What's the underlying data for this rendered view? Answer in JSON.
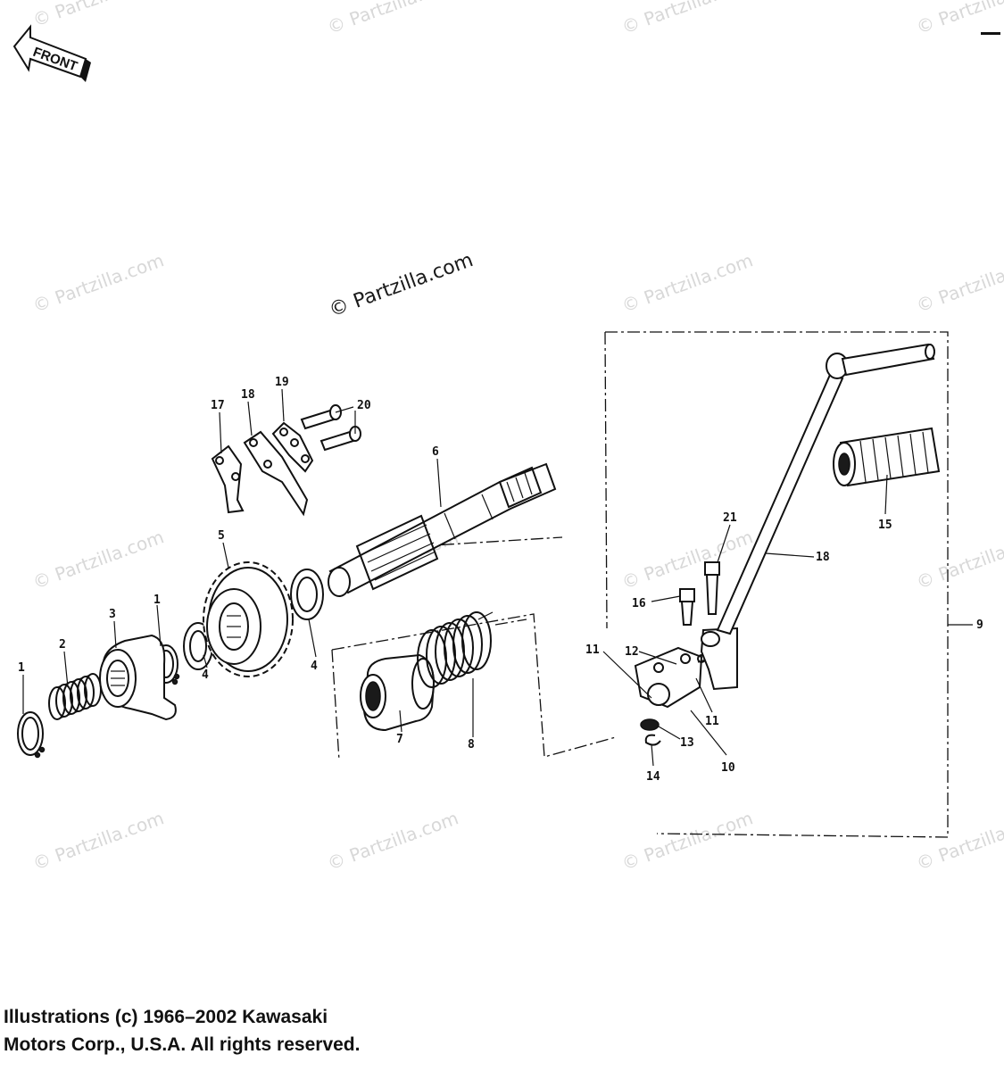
{
  "watermark": {
    "text": "© Partzilla.com",
    "prominent_text": "© Partzilla.com"
  },
  "front_arrow": {
    "label": "FRONT"
  },
  "callouts": [
    "1",
    "2",
    "3",
    "1",
    "4",
    "5",
    "4",
    "6",
    "7",
    "8",
    "17",
    "18",
    "19",
    "20",
    "21",
    "16",
    "11",
    "12",
    "11",
    "13",
    "10",
    "14",
    "15",
    "18",
    "9"
  ],
  "copyright": {
    "line1": "Illustrations (c) 1966–2002 Kawasaki",
    "line2": "Motors Corp., U.S.A.  All rights reserved."
  }
}
